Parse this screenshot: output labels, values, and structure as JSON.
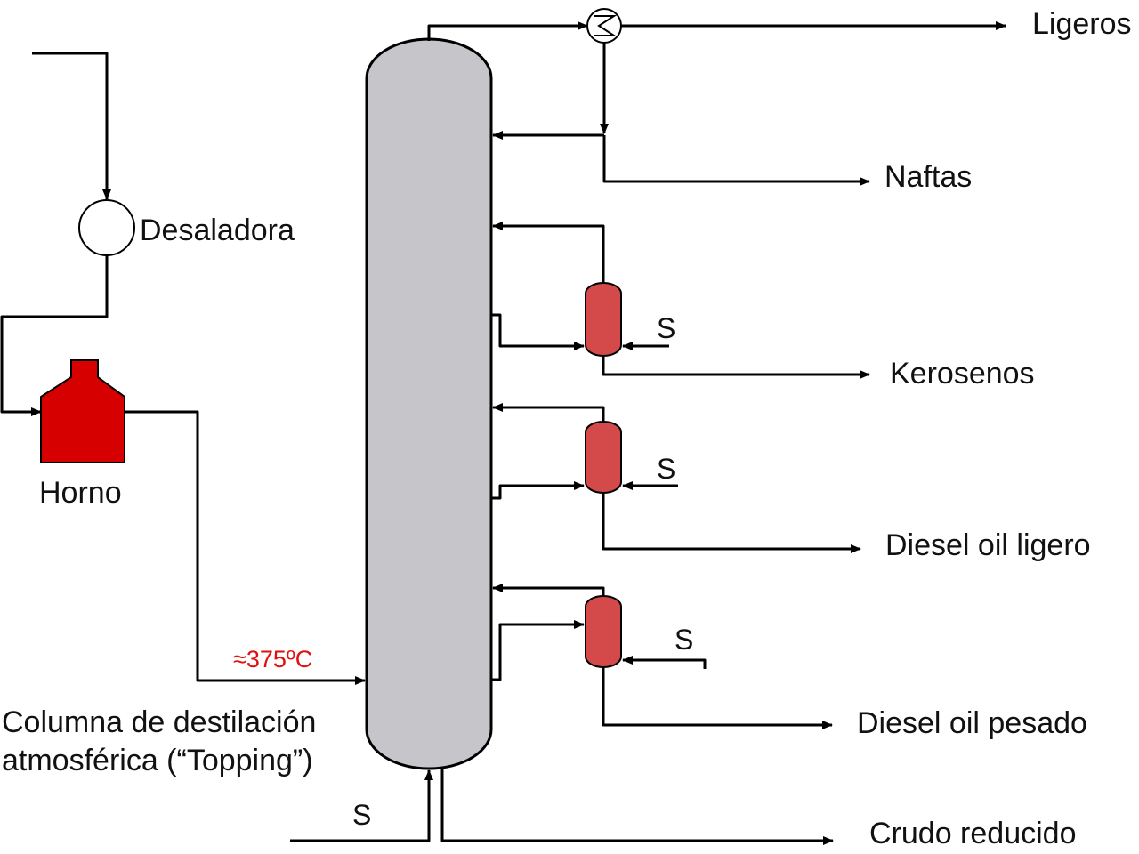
{
  "labels": {
    "ligeros": "Ligeros",
    "naftas": "Naftas",
    "desaladora": "Desaladora",
    "kerosenos": "Kerosenos",
    "horno": "Horno",
    "diesel_ligero": "Diesel oil ligero",
    "diesel_pesado": "Diesel oil pesado",
    "crudo_reducido": "Crudo reducido",
    "temperature": "≈375ºC",
    "column_line1": "Columna de destilación",
    "column_line2": "atmosférica (“Topping”)"
  },
  "steam": {
    "kerosene_stripper": "S",
    "diesel_ligero_stripper": "S",
    "diesel_pesado_stripper": "S",
    "column_bottom": "S"
  },
  "colors": {
    "column_fill": "#c5c5ca",
    "stripper_fill": "#d44a4a",
    "furnace_fill": "#d60000",
    "temperature_text": "#e01010",
    "lines": "#000000"
  },
  "icons": {
    "desalter": "desalter-circle-icon",
    "condenser": "heat-exchanger-icon",
    "furnace": "furnace-icon"
  }
}
